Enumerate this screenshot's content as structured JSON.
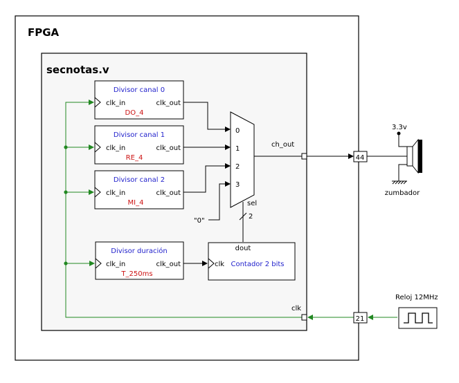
{
  "fpga": {
    "title": "FPGA"
  },
  "module": {
    "title": "secnotas.v"
  },
  "divisors": [
    {
      "title": "Divisor canal 0",
      "in_label": "clk_in",
      "out_label": "clk_out",
      "param": "DO_4"
    },
    {
      "title": "Divisor canal 1",
      "in_label": "clk_in",
      "out_label": "clk_out",
      "param": "RE_4"
    },
    {
      "title": "Divisor canal 2",
      "in_label": "clk_in",
      "out_label": "clk_out",
      "param": "MI_4"
    },
    {
      "title": "Divisor duración",
      "in_label": "clk_in",
      "out_label": "clk_out",
      "param": "T_250ms"
    }
  ],
  "counter": {
    "title": "Contador 2 bits",
    "clk_label": "clk",
    "out_label": "dout"
  },
  "mux": {
    "inputs": [
      "0",
      "1",
      "2",
      "3"
    ],
    "sel_label": "sel",
    "bus_width": "2",
    "const_input": "\"0\""
  },
  "signals": {
    "ch_out": "ch_out",
    "clk": "clk"
  },
  "pins": {
    "out_pin": "44",
    "clk_pin": "21"
  },
  "buzzer": {
    "voltage": "3.3v",
    "label": "zumbador"
  },
  "clock_source": {
    "label": "Reloj 12MHz"
  },
  "colors": {
    "title_blue": "#2222cc",
    "param_red": "#cc1111",
    "clock_green": "#228822",
    "module_fill": "#f7f7f7"
  }
}
